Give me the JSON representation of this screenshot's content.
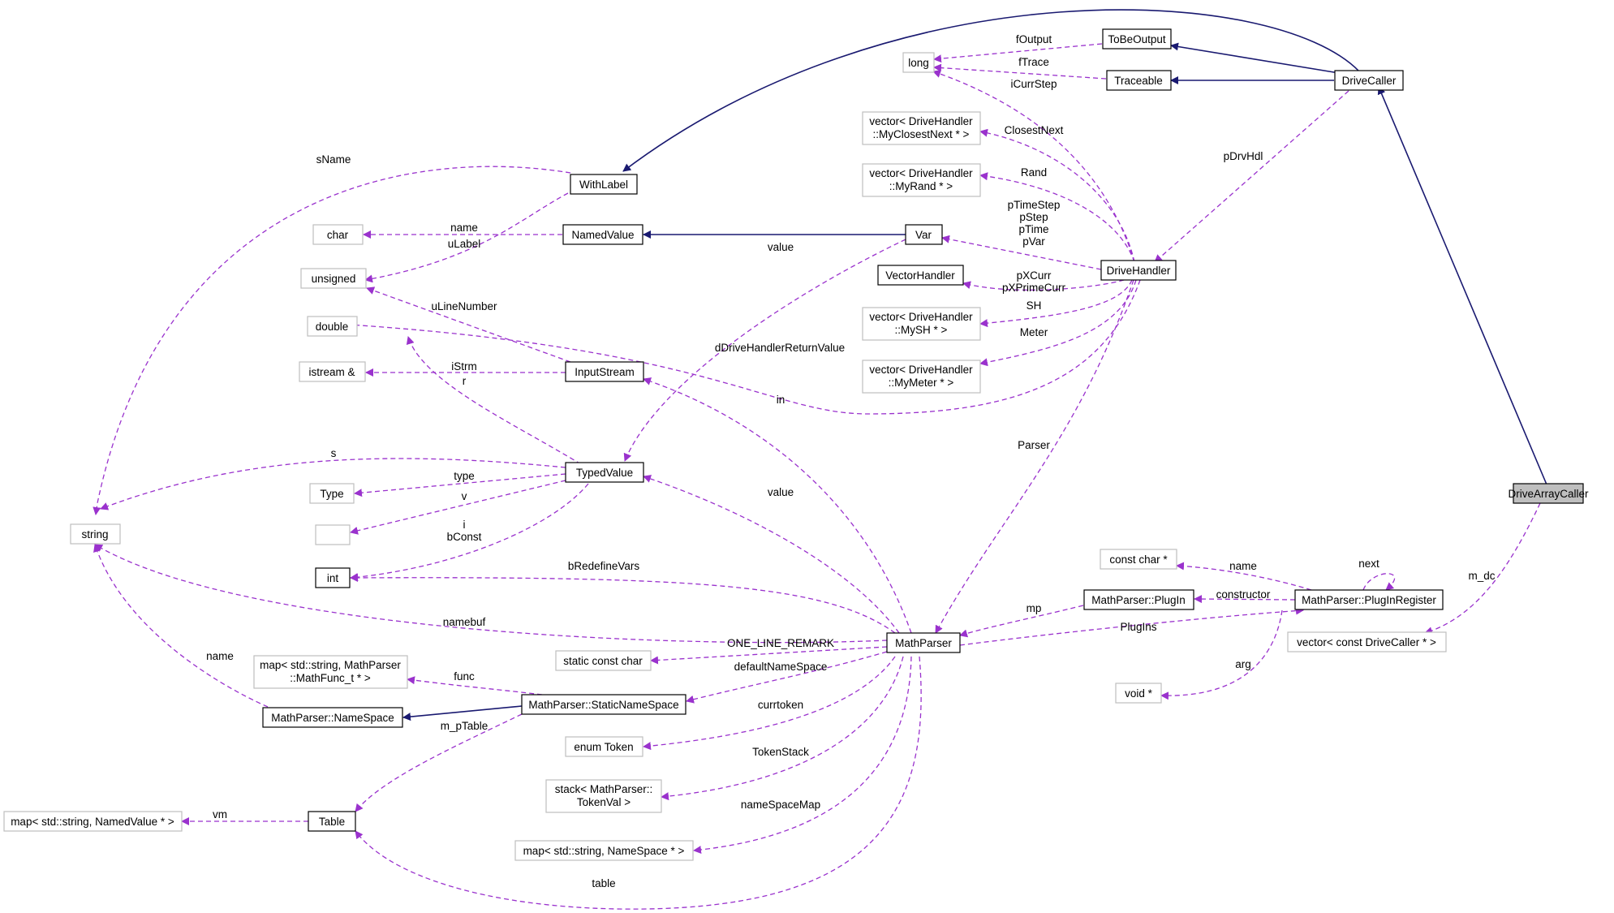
{
  "nodes": {
    "drive_array_caller": "DriveArrayCaller",
    "drive_caller": "DriveCaller",
    "to_be_output": "ToBeOutput",
    "traceable": "Traceable",
    "long": "long",
    "with_label": "WithLabel",
    "named_value": "NamedValue",
    "char": "char",
    "unsigned": "unsigned",
    "var": "Var",
    "drive_handler": "DriveHandler",
    "vector_handler": "VectorHandler",
    "vec_closest_next": [
      "vector< DriveHandler",
      "::MyClosestNext * >"
    ],
    "vec_rand": [
      "vector< DriveHandler",
      "::MyRand * >"
    ],
    "vec_sh": [
      "vector< DriveHandler",
      "::MySH * >"
    ],
    "vec_meter": [
      "vector< DriveHandler",
      "::MyMeter * >"
    ],
    "double": "double",
    "istream": "istream &",
    "input_stream": "InputStream",
    "typed_value": "TypedValue",
    "type": "Type",
    "anon": "",
    "int": "int",
    "string": "string",
    "map_mathfunc": [
      "map< std::string, MathParser",
      "::MathFunc_t * >"
    ],
    "namespace": "MathParser::NameSpace",
    "static_namespace": "MathParser::StaticNameSpace",
    "static_const_char": "static const char",
    "enum_token": "enum Token",
    "stack_tokenval": [
      "stack< MathParser::",
      "TokenVal >"
    ],
    "map_namespace": "map< std::string, NameSpace * >",
    "map_namedvalue": "map< std::string, NamedValue * >",
    "table": "Table",
    "math_parser": "MathParser",
    "plugin": "MathParser::PlugIn",
    "plugin_register": "MathParser::PlugInRegister",
    "const_char_ptr": "const char *",
    "void_ptr": "void *",
    "vec_drive_caller": "vector< const DriveCaller * >"
  },
  "edge_labels": {
    "f_output": "fOutput",
    "f_trace": "fTrace",
    "i_curr_step": "iCurrStep",
    "closest_next": "ClosestNext",
    "rand": "Rand",
    "p_drv_hdl": "pDrvHdl",
    "var_members": [
      "pTimeStep",
      "pStep",
      "pTime",
      "pVar"
    ],
    "vh_members": [
      "pXCurr",
      "pXPrimeCurr"
    ],
    "sh": "SH",
    "meter": "Meter",
    "d_return": "dDriveHandlerReturnValue",
    "parser": "Parser",
    "s_name": "sName",
    "name_char": "name",
    "u_label": "uLabel",
    "value_var": "value",
    "u_line_number": "uLineNumber",
    "i_strm": "iStrm",
    "r": "r",
    "in": "in",
    "s": "s",
    "type": "type",
    "v": "v",
    "value_typed": "value",
    "int_members": [
      "i",
      "bConst"
    ],
    "b_redefine": "bRedefineVars",
    "namebuf": "namebuf",
    "name_ns": "name",
    "func": "func",
    "m_p_table": "m_pTable",
    "vm": "vm",
    "one_line": "ONE_LINE_REMARK",
    "default_ns": "defaultNameSpace",
    "currtoken": "currtoken",
    "token_stack": "TokenStack",
    "ns_map": "nameSpaceMap",
    "table": "table",
    "mp": "mp",
    "plugins": "PlugIns",
    "name_plugin": "name",
    "constructor": "constructor",
    "next": "next",
    "arg": "arg",
    "m_dc": "m_dc"
  },
  "colors": {
    "inheritance": "#191970",
    "usage": "#9a32cd",
    "focus_fill": "#bfbfbf",
    "external_border": "#bfbfbf"
  }
}
